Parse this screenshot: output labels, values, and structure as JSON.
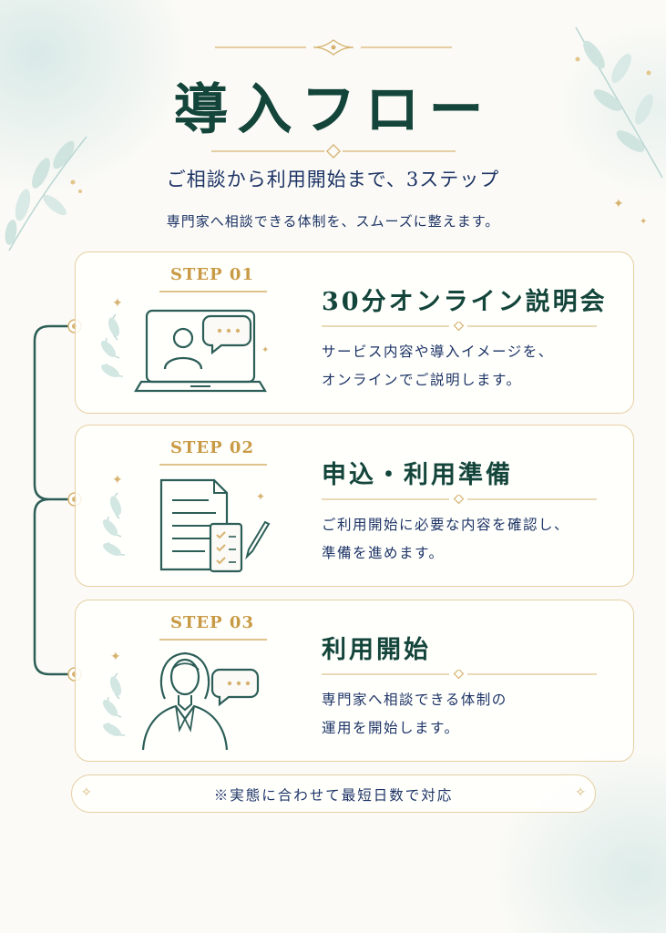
{
  "header": {
    "title": "導入フロー",
    "subtitle": "ご相談から利用開始まで、3ステップ",
    "description": "専門家へ相談できる体制を、スムーズに整えます。"
  },
  "steps": [
    {
      "label": "STEP 01",
      "title": "30分オンライン説明会",
      "line1": "サービス内容や導入イメージを、",
      "line2": "オンラインでご説明します。",
      "icon": "laptop-video-call-icon"
    },
    {
      "label": "STEP 02",
      "title": "申込・利用準備",
      "line1": "ご利用開始に必要な内容を確認し、",
      "line2": "準備を進めます。",
      "icon": "document-checklist-icon"
    },
    {
      "label": "STEP 03",
      "title": "利用開始",
      "line1": "専門家へ相談できる体制の",
      "line2": "運用を開始します。",
      "icon": "consultant-person-icon"
    }
  ],
  "note": {
    "text": "※実態に合わせて最短日数で対応"
  },
  "colors": {
    "primary_green": "#14453b",
    "navy_text": "#1d3466",
    "gold_accent": "#c99a45",
    "card_border": "#e6cfa3",
    "timeline_teal": "#2c5e57"
  }
}
